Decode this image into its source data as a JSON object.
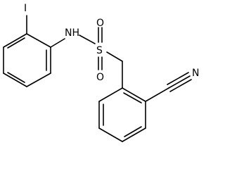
{
  "molecule": {
    "atoms": {
      "iodine": "I",
      "amine": "NH",
      "sulfur": "S",
      "oxygen_top": "O",
      "oxygen_bottom": "O",
      "nitrile_nitrogen": "N"
    }
  }
}
